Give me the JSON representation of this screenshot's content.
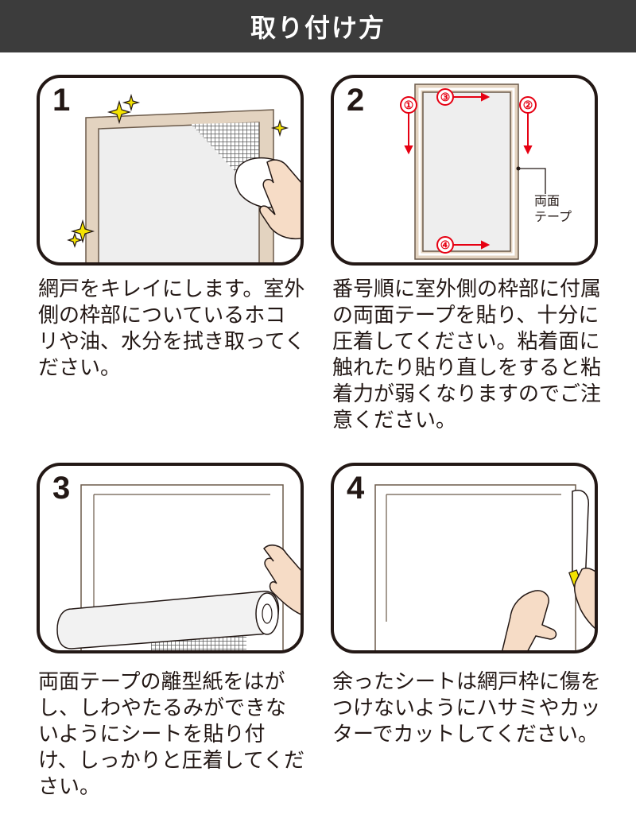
{
  "header": {
    "title": "取り付け方"
  },
  "steps": [
    {
      "number": "1",
      "text": "網戸をキレイにします。室外側の枠部についているホコリや油、水分を拭き取ってください。"
    },
    {
      "number": "2",
      "text": "番号順に室外側の枠部に付属の両面テープを貼り、十分に圧着してください。粘着面に触れたり貼り直しをすると粘着力が弱くなりますのでご注意ください。",
      "diagram": {
        "markers": [
          "①",
          "②",
          "③",
          "④"
        ],
        "label_line1": "両面",
        "label_line2": "テープ"
      }
    },
    {
      "number": "3",
      "text": "両面テープの離型紙をはがし、しわやたるみができないようにシートを貼り付け、しっかりと圧着してください。"
    },
    {
      "number": "4",
      "text": "余ったシートは網戸枠に傷をつけないようにハサミやカッターでカットしてください。"
    }
  ],
  "colors": {
    "header_bg": "#3c3c3c",
    "frame": "#e3d3c0",
    "arrow": "#e60012",
    "sparkle": "#f4e300",
    "skin": "#f6dcc6"
  }
}
